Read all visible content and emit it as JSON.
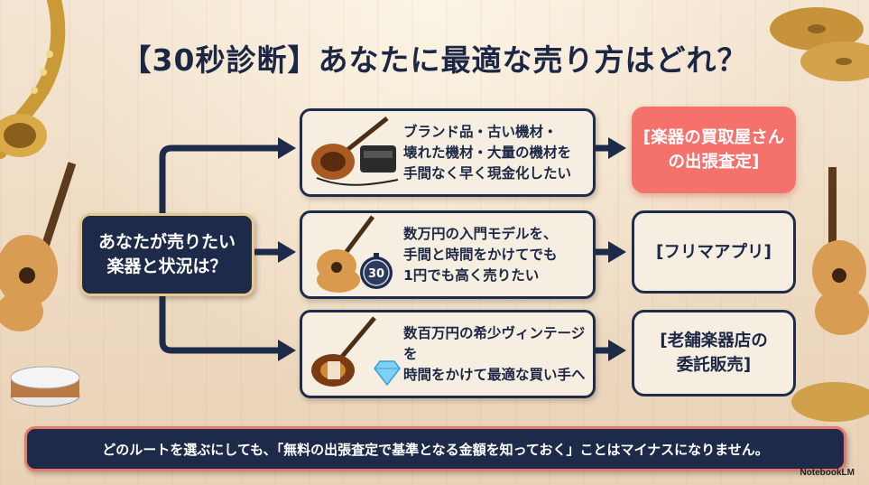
{
  "title": "【30秒診断】あなたに最適な売り方はどれ？",
  "question": {
    "line1": "あなたが売りたい",
    "line2": "楽器と状況は？"
  },
  "routes": [
    {
      "situation": [
        "ブランド品・古い機材・",
        "壊れた機材・大量の機材を",
        "手間なく早く現金化したい"
      ],
      "result": [
        "[楽器の買取屋さん",
        "の出張査定]"
      ],
      "icon": "guitar-gear-icon"
    },
    {
      "situation": [
        "数万円の入門モデルを、",
        "手間と時間をかけてでも",
        "1円でも高く売りたい"
      ],
      "result": [
        "[フリマアプリ]"
      ],
      "icon": "acoustic-guitar-stopwatch-icon",
      "timer": "30"
    },
    {
      "situation": [
        "数百万円の希少ヴィンテージを",
        "時間をかけて最適な買い手へ"
      ],
      "result": [
        "[老舗楽器店の",
        "委託販売]"
      ],
      "icon": "vintage-guitar-diamond-icon"
    }
  ],
  "footer": "どのルートを選ぶにしても、「無料の出張査定で基準となる金額を知っておく」ことはマイナスになりません。",
  "brand": {
    "name": "NotebookLM"
  },
  "colors": {
    "navy": "#1d2a4a",
    "accent": "#f4726b",
    "card": "#f6eee0"
  }
}
